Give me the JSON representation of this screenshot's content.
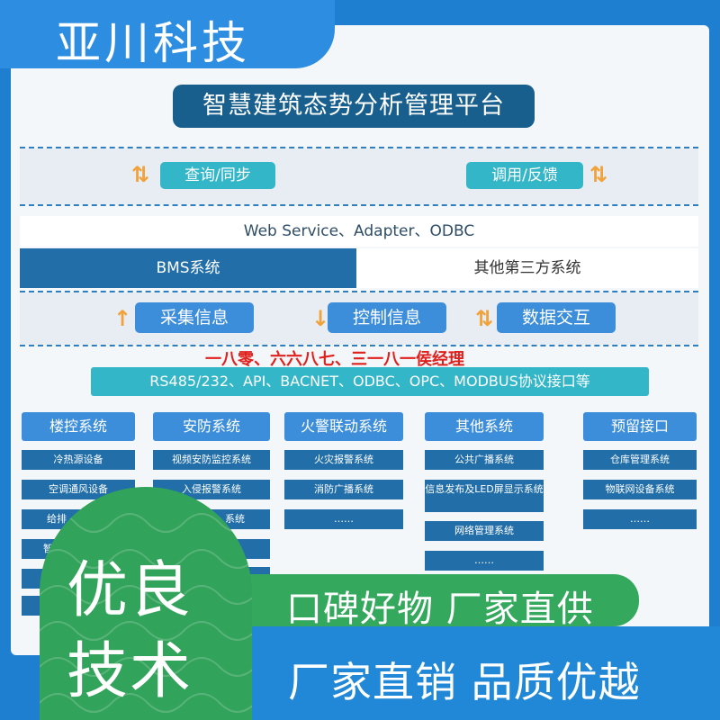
{
  "brand": "亚川科技",
  "platform_title": "智慧建筑态势分析管理平台",
  "top_actions": [
    "查询/同步",
    "调用/反馈"
  ],
  "protocols": "Web Service、Adapter、ODBC",
  "systems": [
    "BMS系统",
    "其他第三方系统"
  ],
  "mid_actions": [
    "采集信息",
    "控制信息",
    "数据交互"
  ],
  "contact_line": "一八零、六六八七、三一八一侯经理",
  "interface_line": "RS485/232、API、BACNET、ODBC、OPC、MODBUS协议接口等",
  "columns": [
    {
      "title": "楼控系统",
      "items": [
        "冷热源设备",
        "空调通风设备",
        "给排",
        "智"
      ]
    },
    {
      "title": "安防系统",
      "items": [
        "视频安防监控系统",
        "入侵报警系统",
        "系统"
      ]
    },
    {
      "title": "火警联动系统",
      "items": [
        "火灾报警系统",
        "消防广播系统",
        "……"
      ]
    },
    {
      "title": "其他系统",
      "items": [
        "公共广播系统",
        "信息发布及LED屏显示系统",
        "网络管理系统",
        "……"
      ]
    },
    {
      "title": "预留接口",
      "items": [
        "仓库管理系统",
        "物联网设备系统",
        "……"
      ]
    }
  ],
  "badge_big": {
    "line1": "优良",
    "line2": "技术"
  },
  "slogan_green": "口碑好物 厂家直供",
  "slogan_blue": "厂家直销 品质优越",
  "colors": {
    "brand_blue": "#2d8de0",
    "navy": "#185f8e",
    "teal": "#33b6c7",
    "green": "#32a35a",
    "red": "#e0201c"
  }
}
